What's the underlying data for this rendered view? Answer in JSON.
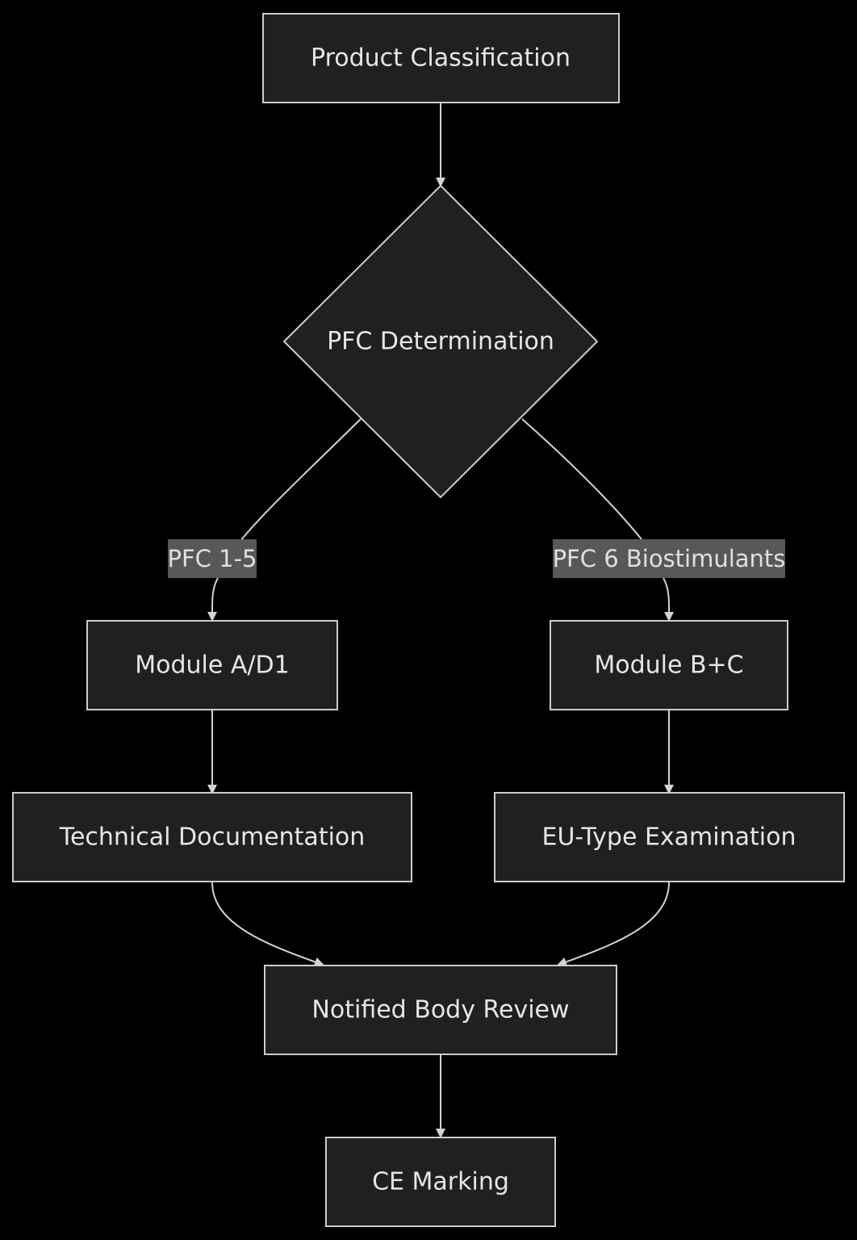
{
  "nodes": {
    "product_classification": "Product Classification",
    "pfc_determination": "PFC Determination",
    "module_a_d1": "Module A/D1",
    "module_b_c": "Module B+C",
    "technical_documentation": "Technical Documentation",
    "eu_type_examination": "EU-Type Examination",
    "notified_body_review": "Notified Body Review",
    "ce_marking": "CE Marking"
  },
  "edge_labels": {
    "pfc_1_5": "PFC 1-5",
    "pfc_6_biostimulants": "PFC 6 Biostimulants"
  },
  "colors": {
    "background": "#000000",
    "node_fill": "#1f2020",
    "node_stroke": "#cccccc",
    "text": "#e6e6e6",
    "edge_label_bg": "#585858"
  }
}
